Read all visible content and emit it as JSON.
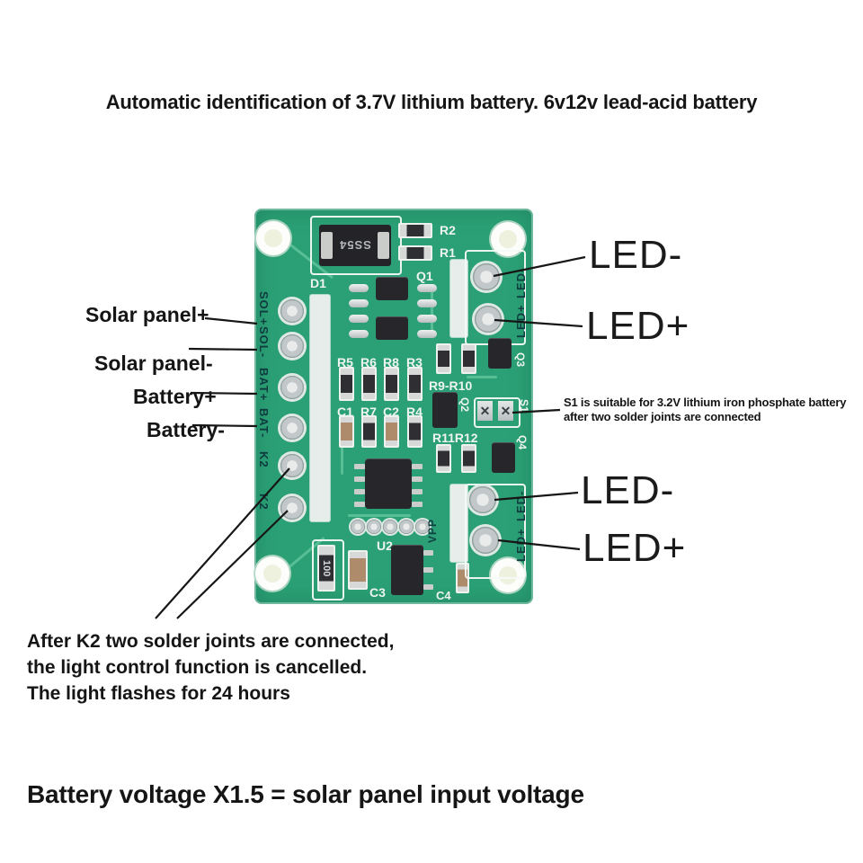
{
  "title": "Automatic identification of 3.7V lithium battery. 6v12v lead-acid battery",
  "pcb": {
    "edge_left": [
      "SOL+",
      "SOL-",
      "BAT+",
      "BAT-",
      "K2",
      "K2"
    ],
    "edge_right_top": [
      "LED-",
      "LED+"
    ],
    "edge_right_bottom": [
      "LED-",
      "LED+"
    ],
    "refs": {
      "d1": "D1",
      "r2": "R2",
      "r1": "R1",
      "q1": "Q1",
      "r9r10": "R9-R10",
      "q2": "Q2",
      "s1": "S1",
      "q3": "Q3",
      "r11r12": "R11R12",
      "q4": "Q4",
      "u2": "U2",
      "c3": "C3",
      "c4": "C4",
      "vpp": "VPP"
    },
    "bank1_labels": [
      "R5",
      "R6",
      "R8",
      "R3"
    ],
    "bank2_labels": [
      "C1",
      "R7",
      "C2",
      "R4"
    ],
    "markings": {
      "diode": "SS54",
      "resistor": "100"
    },
    "jumper_mark": "✕"
  },
  "callouts": {
    "left": [
      "Solar panel+",
      "Solar panel-",
      "Battery+",
      "Battery-"
    ],
    "right_top": [
      "LED-",
      "LED+"
    ],
    "right_bottom": [
      "LED-",
      "LED+"
    ],
    "s1_note_line1": "S1 is suitable for 3.2V lithium iron phosphate battery",
    "s1_note_line2": "after two solder joints are connected",
    "k2_note_line1": "After K2 two solder joints are connected,",
    "k2_note_line2": "the light control function is cancelled.",
    "k2_note_line3": "The light flashes for 24 hours"
  },
  "footer": "Battery voltage X1.5 = solar panel input voltage",
  "colors": {
    "pcb_green": "#2ba076",
    "silkscreen": "#eef4f0",
    "annotation": "#151515"
  }
}
